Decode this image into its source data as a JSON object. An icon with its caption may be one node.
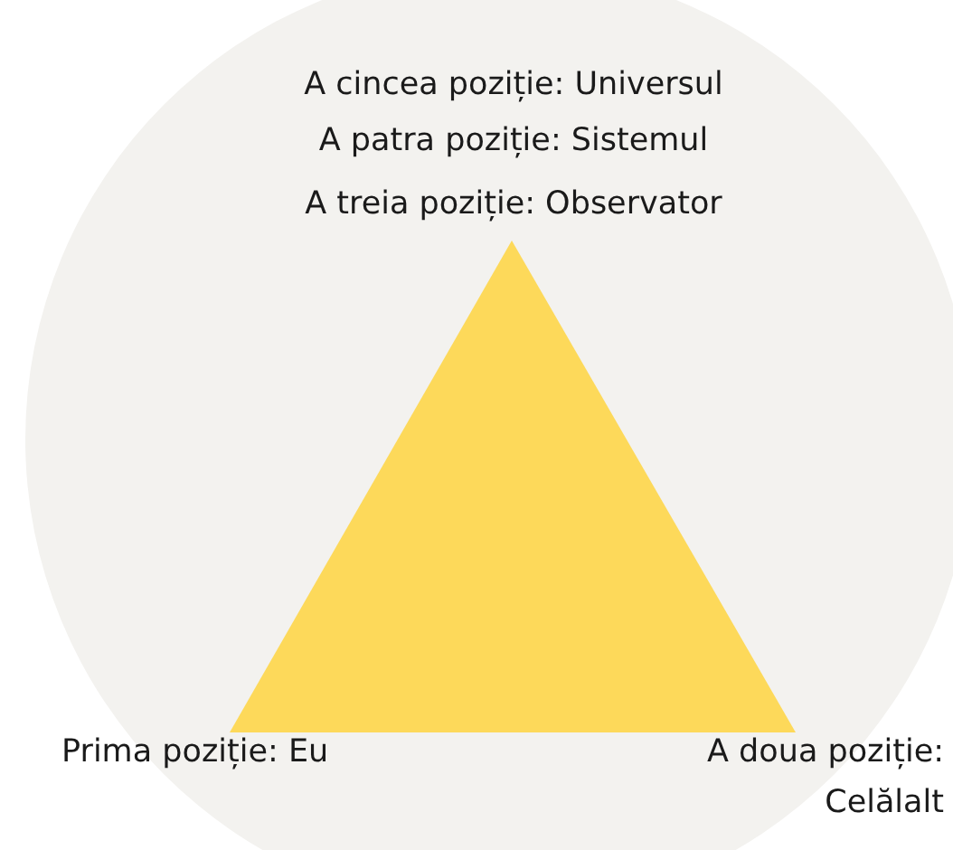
{
  "diagram": {
    "labels": [
      "A cincea poziție: Universul",
      "A patra poziție: Sistemul",
      "A treia poziție: Observator",
      "Prima poziție: Eu",
      "A doua poziție: Celălalt"
    ]
  }
}
